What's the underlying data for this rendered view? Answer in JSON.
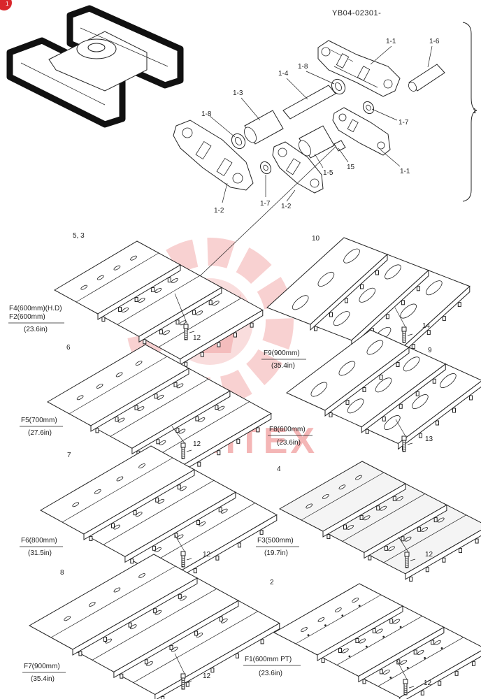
{
  "header": {
    "code": "YB04-02301-",
    "badge_text": "1",
    "bracket_label": "1"
  },
  "watermark": {
    "text": "ИНТЕХ",
    "color": "#f4b6b6"
  },
  "chain_parts": {
    "p1_1_top": "1-1",
    "p1_1_bottom": "1-1",
    "p1_2_left": "1-2",
    "p1_2_mid": "1-2",
    "p1_3": "1-3",
    "p1_4": "1-4",
    "p1_5": "1-5",
    "p1_6": "1-6",
    "p1_7_right": "1-7",
    "p1_7_left": "1-7",
    "p1_8_top": "1-8",
    "p1_8_left": "1-8",
    "p15": "15"
  },
  "shoes": [
    {
      "id": "shoe-5-3",
      "callout": "5, 3",
      "name": "F4(600mm)(H.D)",
      "name2": "F2(600mm)",
      "inch": "(23.6in)",
      "bolt": "12"
    },
    {
      "id": "shoe-10",
      "callout": "10",
      "name": "F9(900mm)",
      "inch": "(35.4in)",
      "bolt": "14"
    },
    {
      "id": "shoe-6",
      "callout": "6",
      "name": "F5(700mm)",
      "inch": "(27.6in)",
      "bolt": "12"
    },
    {
      "id": "shoe-9",
      "callout": "9",
      "name": "F8(600mm)",
      "inch": "(23.6in)",
      "bolt": "13"
    },
    {
      "id": "shoe-7",
      "callout": "7",
      "name": "F6(800mm)",
      "inch": "(31.5in)",
      "bolt": "12"
    },
    {
      "id": "shoe-4",
      "callout": "4",
      "name": "F3(500mm)",
      "inch": "(19.7in)",
      "bolt": "12"
    },
    {
      "id": "shoe-8",
      "callout": "8",
      "name": "F7(900mm)",
      "inch": "(35.4in)",
      "bolt": "12"
    },
    {
      "id": "shoe-2",
      "callout": "2",
      "name": "F1(600mm PT)",
      "inch": "(23.6in)",
      "bolt": "12"
    }
  ]
}
